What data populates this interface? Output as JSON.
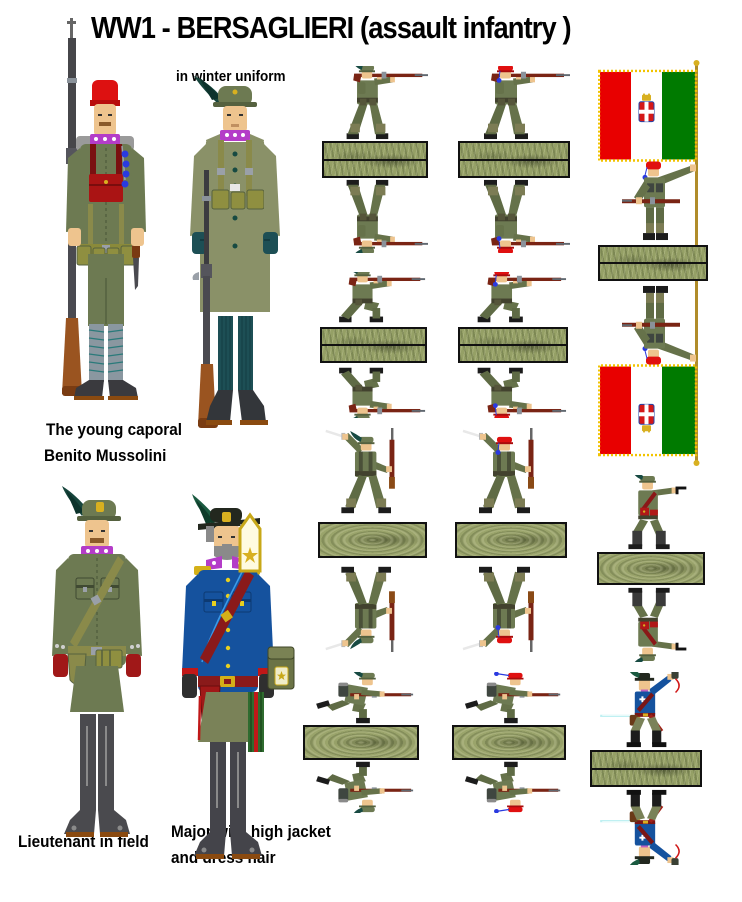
{
  "title": "WW1 - BERSAGLIERI (assault infantry )",
  "captions": {
    "winter_uniform": "in winter uniform",
    "corporal_line1": "The young caporal",
    "corporal_line2": "Benito Mussolini",
    "lieutenant": "Lieutenant in field",
    "major_line1": "Major with high jacket",
    "major_line2": "and dress hair"
  },
  "large_figures": [
    {
      "name": "corporal-mussolini",
      "headgear": "red-fez",
      "details": "rifle, red chest pouch, blue tassel, grey puttees"
    },
    {
      "name": "soldier-winter-uniform",
      "headgear": "plumed-cap",
      "details": "greatcoat, rifle, teal gloves and puttees"
    },
    {
      "name": "lieutenant-field",
      "headgear": "plumed-cap",
      "details": "sam-browne strap, holster, red gloves, tall boots"
    },
    {
      "name": "major-high-jacket",
      "headgear": "wide-brim-hat",
      "details": "blue jacket, maroon cross strap, grey beard, rank insignia, pouch, ribbon"
    }
  ],
  "tokens": {
    "rows": [
      {
        "pose": "standing-firing",
        "variants": [
          "plumed-helmet",
          "red-fez"
        ]
      },
      {
        "pose": "kneeling-firing",
        "variants": [
          "plumed-helmet",
          "red-fez"
        ]
      },
      {
        "pose": "melee-attack-sword-and-rifle",
        "variants": [
          "plumed-helmet",
          "red-fez"
        ]
      },
      {
        "pose": "running-bayonet-charge",
        "variants": [
          "plumed-helmet",
          "red-fez"
        ]
      }
    ],
    "right_column": [
      "flag-bearer-with-italian-flag",
      "officer-firing-pistol",
      "officer-throwing-grenade"
    ]
  },
  "flag": {
    "name": "italian-tricolor-savoy-crest",
    "colors": [
      "#e80000",
      "#ffffff",
      "#007a00"
    ],
    "fringe": "#f2c400"
  },
  "colors": {
    "uniform_green": "#6d7a52",
    "greatcoat_green": "#8a9168",
    "fez_red": "#e01010",
    "collar_purple": "#b43cc8",
    "plume_teal": "#174a42",
    "jacket_blue": "#15529e",
    "strap_maroon": "#7a1616",
    "glove_red": "#a01818",
    "base_olive": "#95a066",
    "gold": "#d8b020",
    "rifle_wood": "#7a2414"
  }
}
